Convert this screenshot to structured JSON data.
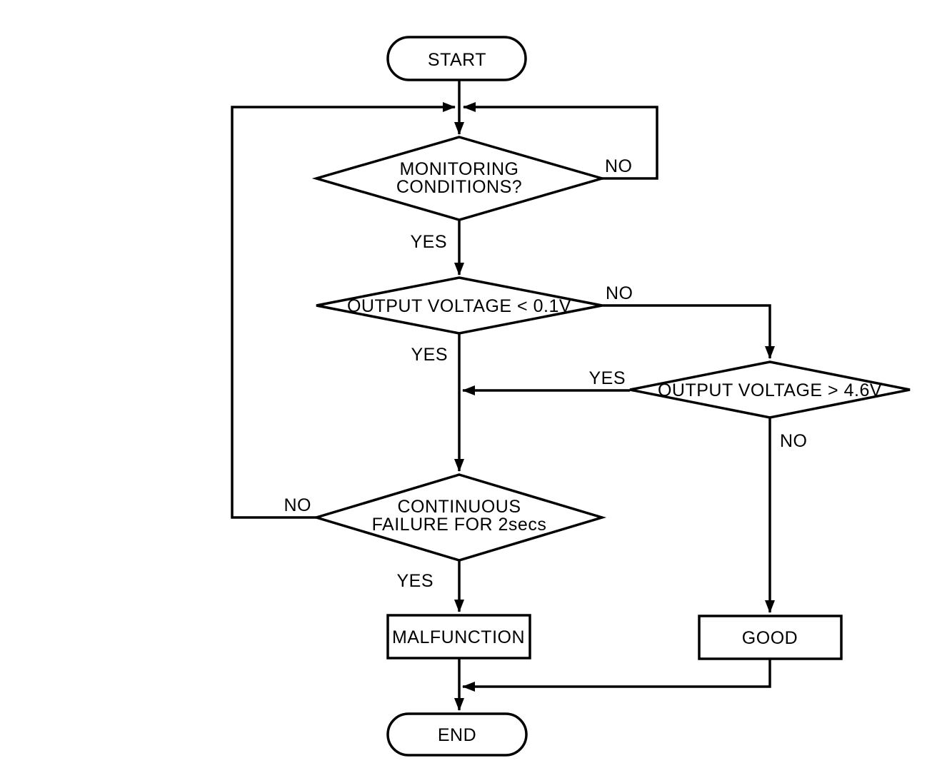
{
  "diagram": {
    "type": "flowchart",
    "colors": {
      "background": "#ffffff",
      "line": "#000000",
      "text": "#000000"
    },
    "nodes": {
      "start": {
        "type": "terminator",
        "label": "START"
      },
      "monitoring_conditions": {
        "type": "decision",
        "label_line1": "MONITORING",
        "label_line2": "CONDITIONS?"
      },
      "output_voltage_low": {
        "type": "decision",
        "label": "OUTPUT VOLTAGE < 0.1V"
      },
      "output_voltage_high": {
        "type": "decision",
        "label": "OUTPUT VOLTAGE > 4.6V"
      },
      "continuous_failure": {
        "type": "decision",
        "label_line1": "CONTINUOUS",
        "label_line2": "FAILURE FOR 2secs"
      },
      "malfunction": {
        "type": "process",
        "label": "MALFUNCTION"
      },
      "good": {
        "type": "process",
        "label": "GOOD"
      },
      "end": {
        "type": "terminator",
        "label": "END"
      }
    },
    "edge_labels": {
      "monitoring_no": "NO",
      "monitoring_yes": "YES",
      "output_low_no": "NO",
      "output_low_yes": "YES",
      "output_high_yes": "YES",
      "output_high_no": "NO",
      "continuous_no": "NO",
      "continuous_yes": "YES"
    }
  }
}
